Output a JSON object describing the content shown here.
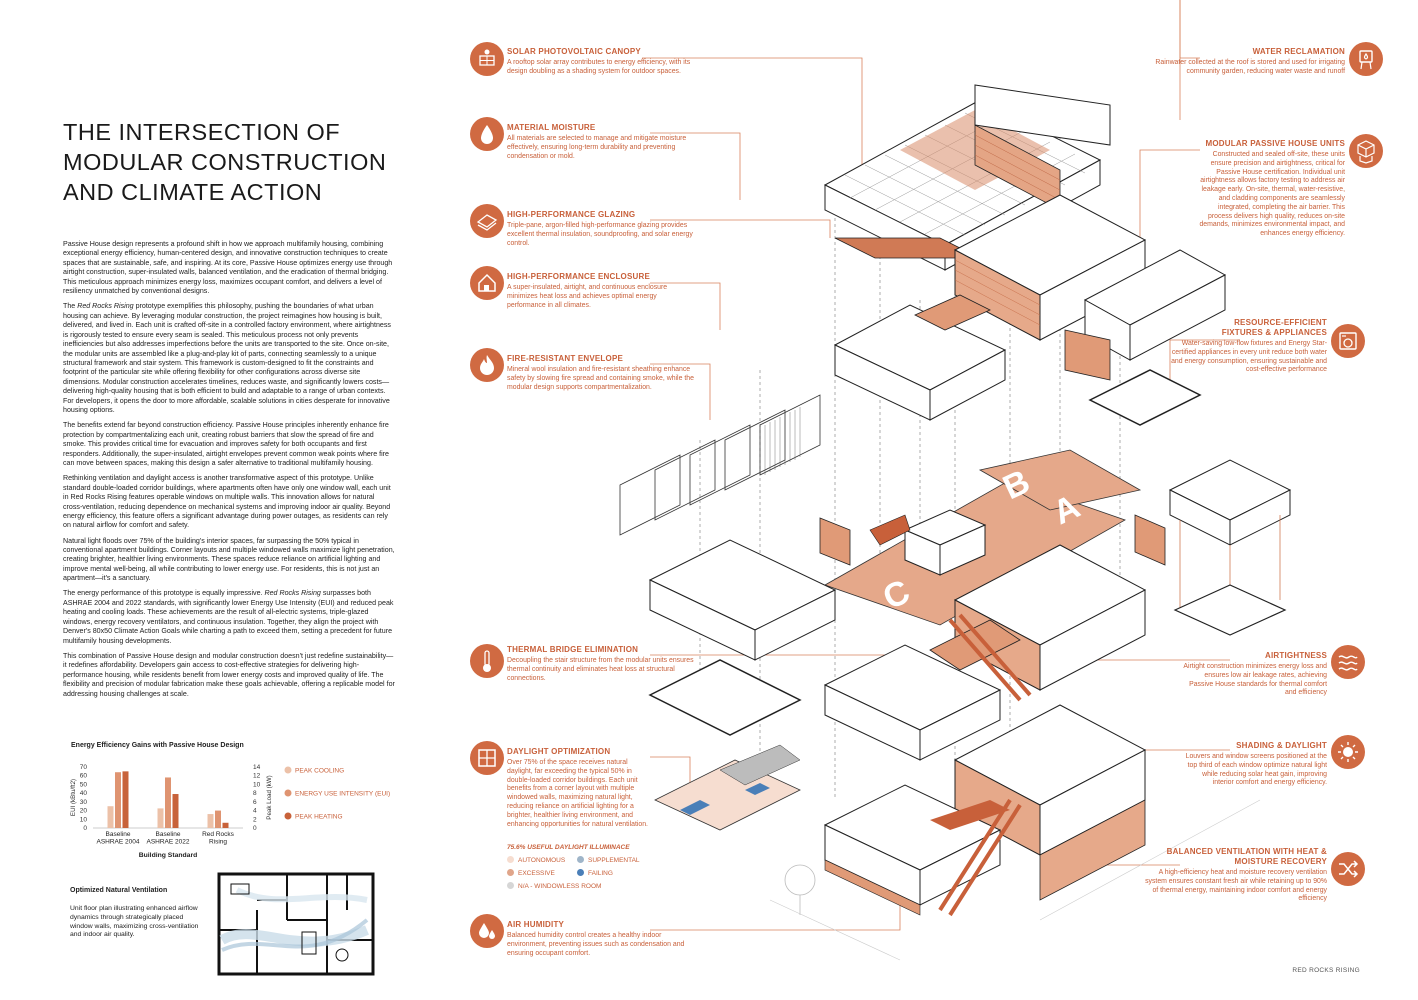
{
  "title": {
    "line1": "THE INTERSECTION OF",
    "line2": "MODULAR CONSTRUCTION",
    "line3": "AND CLIMATE ACTION"
  },
  "body": {
    "p1": "Passive House design represents a profound shift in how we approach multifamily housing, combining exceptional energy efficiency, human-centered design, and innovative construction techniques to create spaces that are sustainable, safe, and inspiring. At its core, Passive House optimizes energy use through airtight construction, super-insulated walls, balanced ventilation, and the eradication of thermal bridging. This meticulous approach minimizes energy loss, maximizes occupant comfort, and delivers a level of resiliency unmatched by conventional designs.",
    "p2_pre": "The ",
    "p2_em": "Red Rocks Rising",
    "p2_post": " prototype exemplifies this philosophy, pushing the boundaries of what urban housing can achieve. By leveraging modular construction, the project reimagines how housing is built, delivered, and lived in. Each unit is crafted off-site in a controlled factory environment, where airtightness is rigorously tested to ensure every seam is sealed. This meticulous process not only prevents inefficiencies but also addresses imperfections before the units are transported to the site. Once on-site, the modular units are assembled like a plug-and-play kit of parts, connecting seamlessly to a unique structural framework and stair system. This framework is custom-designed to fit the constraints and footprint of the particular site while offering flexibility for other configurations across diverse site dimensions. Modular construction accelerates timelines, reduces waste, and significantly lowers costs—delivering high-quality housing that is both efficient to build and adaptable to a range of urban contexts. For developers, it opens the door to more affordable, scalable solutions in cities desperate for innovative housing options.",
    "p3": "The benefits extend far beyond construction efficiency. Passive House principles inherently enhance fire protection by compartmentalizing each unit, creating robust barriers that slow the spread of fire and smoke. This provides critical time for evacuation and improves safety for both occupants and first responders. Additionally, the super-insulated, airtight envelopes prevent common weak points where fire can move between spaces, making this design a safer alternative to traditional multifamily housing.",
    "p4": "Rethinking ventilation and daylight access is another transformative aspect of this prototype. Unlike standard double-loaded corridor buildings, where apartments often have only one window wall, each unit in Red Rocks Rising features operable windows on multiple walls. This innovation allows for natural cross-ventilation, reducing dependence on mechanical systems and improving indoor air quality. Beyond energy efficiency, this feature offers a significant advantage during power outages, as residents can rely on natural airflow for comfort and safety.",
    "p5": "Natural light floods over 75% of the building's interior spaces, far surpassing the 50% typical in conventional apartment buildings. Corner layouts and multiple windowed walls maximize light penetration, creating brighter, healthier living environments. These spaces reduce reliance on artificial lighting and improve mental well-being, all while contributing to lower energy use. For residents, this is not just an apartment—it's a sanctuary.",
    "p6_pre": "The energy performance of this prototype is equally impressive. ",
    "p6_em": "Red Rocks Rising",
    "p6_post": " surpasses both ASHRAE 2004 and 2022 standards, with significantly lower Energy Use Intensity (EUI) and reduced peak heating and cooling loads. These achievements are the result of all-electric systems, triple-glazed windows, energy recovery ventilators, and continuous insulation. Together, they align the project with Denver's 80x50 Climate Action Goals while charting a path to exceed them, setting a precedent for future multifamily housing developments.",
    "p7": "This combination of Passive House design and modular construction doesn't just redefine sustainability—it redefines affordability. Developers gain access to cost-effective strategies for delivering high-performance housing, while residents benefit from lower energy costs and improved quality of life. The flexibility and precision of modular fabrication make these goals achievable, offering a replicable model for addressing housing challenges at scale."
  },
  "chart_data": {
    "type": "bar",
    "title": "Energy Efficiency Gains with Passive House Design",
    "xlabel": "Building Standard",
    "ylabel": "EUI (kBtu/ft2)",
    "y2label": "Peak Load (kW)",
    "categories": [
      "Baseline ASHRAE 2004",
      "Baseline ASHRAE 2022",
      "Red Rocks Rising"
    ],
    "category_lines": [
      [
        "Baseline",
        "ASHRAE 2004"
      ],
      [
        "Baseline",
        "ASHRAE 2022"
      ],
      [
        "Red Rocks",
        "Rising"
      ]
    ],
    "ylim": [
      0,
      70
    ],
    "y_ticks": [
      0,
      10,
      20,
      30,
      40,
      50,
      60,
      70
    ],
    "y2lim": [
      0,
      14
    ],
    "y2_ticks": [
      0,
      2,
      4,
      6,
      8,
      10,
      12,
      14
    ],
    "series": [
      {
        "name": "PEAK COOLING",
        "axis": "right",
        "values": [
          5,
          4.5,
          3.2
        ],
        "color": "#ecc1a8"
      },
      {
        "name": "ENERGY USE INTENSITY (EUI)",
        "axis": "left",
        "values": [
          64,
          58,
          20
        ],
        "color": "#df9471"
      },
      {
        "name": "PEAK HEATING",
        "axis": "right",
        "values": [
          13,
          7.8,
          1.2
        ],
        "color": "#c8623a"
      }
    ],
    "grid": false,
    "legend_position": "right"
  },
  "ventilation": {
    "title": "Optimized Natural Ventilation",
    "body": "Unit floor plan illustrating enhanced airflow dynamics through strategically placed window walls, maximizing cross-ventilation and indoor air quality."
  },
  "callouts_left": [
    {
      "title": "SOLAR PHOTOVOLTAIC CANOPY",
      "body": "A rooftop solar array contributes to energy efficiency, with its design doubling as a shading system for outdoor spaces.",
      "icon": "solar-panel-icon"
    },
    {
      "title": "MATERIAL MOISTURE",
      "body": "All materials are selected to manage and mitigate moisture effectively, ensuring long-term durability and preventing condensation or mold.",
      "icon": "water-drop-icon"
    },
    {
      "title": "HIGH-PERFORMANCE GLAZING",
      "body": "Triple-pane, argon-filled high-performance glazing provides excellent thermal insulation, soundproofing, and solar energy control.",
      "icon": "glazing-icon"
    },
    {
      "title": "HIGH-PERFORMANCE ENCLOSURE",
      "body": "A super-insulated, airtight, and continuous enclosure minimizes heat loss and achieves optimal energy performance in all climates.",
      "icon": "house-icon"
    },
    {
      "title": "FIRE-RESISTANT ENVELOPE",
      "body": "Mineral wool insulation and fire-resistant sheathing enhance safety by slowing fire spread and containing smoke, while the modular design supports compartmentalization.",
      "icon": "flame-icon"
    },
    {
      "title": "THERMAL BRIDGE ELIMINATION",
      "body": "Decoupling the stair structure from the modular units ensures thermal continuity and eliminates heat loss at structural connections.",
      "icon": "thermometer-icon"
    },
    {
      "title": "DAYLIGHT OPTIMIZATION",
      "body": "Over 75% of the space receives natural daylight, far exceeding the typical 50% in double-loaded corridor buildings. Each unit benefits from a corner layout with multiple windowed walls, maximizing natural light, reducing reliance on artificial lighting for a brighter, healthier living environment, and enhancing opportunities for natural ventilation.",
      "icon": "window-icon"
    },
    {
      "title": "AIR HUMIDITY",
      "body": "Balanced humidity control creates a healthy indoor environment, preventing issues such as condensation and ensuring occupant comfort.",
      "icon": "humidity-icon"
    }
  ],
  "callouts_right": [
    {
      "title": "WATER RECLAMATION",
      "body": "Rainwater collected at the roof is stored and used for irrigating community garden, reducing water waste and runoff",
      "icon": "water-tower-icon"
    },
    {
      "title": "MODULAR PASSIVE HOUSE UNITS",
      "body": "Constructed and sealed off-site, these units ensure precision and airtightness, critical for Passive House certification. Individual unit airtightness allows factory testing to address air leakage early. On-site, thermal, water-resistive, and cladding components are seamlessly integrated, completing the air barrier. This process delivers high quality, reduces on-site demands, minimizes environmental impact, and enhances energy efficiency.",
      "icon": "cubes-icon"
    },
    {
      "title": "RESOURCE-EFFICIENT",
      "title2": "FIXTURES & APPLIANCES",
      "body": "Water-saving low-flow fixtures and Energy Star-certified appliances in every unit reduce both water and energy consumption, ensuring sustainable and cost-effective performance",
      "icon": "appliance-icon"
    },
    {
      "title": "AIRTIGHTNESS",
      "body": "Airtight construction minimizes energy loss and ensures low air leakage rates, achieving Passive House standards for thermal comfort and efficiency",
      "icon": "airflow-icon"
    },
    {
      "title": "SHADING & DAYLIGHT",
      "body": "Louvers and window screens positioned at the top third of each window optimize natural light while reducing solar heat gain, improving interior comfort and energy efficiency.",
      "icon": "sun-icon"
    },
    {
      "title": "BALANCED  VENTILATION WITH HEAT &",
      "title2": "MOISTURE RECOVERY",
      "body": "A high-efficiency heat and moisture recovery ventilation system ensures constant fresh air while retaining up to 90% of thermal energy, maintaining indoor comfort and energy efficiency",
      "icon": "shuffle-icon"
    }
  ],
  "daylight_legend": {
    "title": "75.6% USEFUL DAYLIGHT ILLUMINACE",
    "items": [
      {
        "label": "AUTONOMOUS",
        "color": "#f6ddd0"
      },
      {
        "label": "SUPPLEMENTAL",
        "color": "#9fb5c9"
      },
      {
        "label": "EXCESSIVE",
        "color": "#e0a58a"
      },
      {
        "label": "FAILING",
        "color": "#4a7fb8"
      },
      {
        "label": "N/A - WINDOWLESS ROOM",
        "color": "#d6d6d6"
      }
    ]
  },
  "plate_letters": [
    "A",
    "B",
    "C"
  ],
  "footer": "RED ROCKS RISING",
  "colors": {
    "accent": "#c8603a",
    "accent_fill": "#e8b197",
    "line": "#333333"
  }
}
